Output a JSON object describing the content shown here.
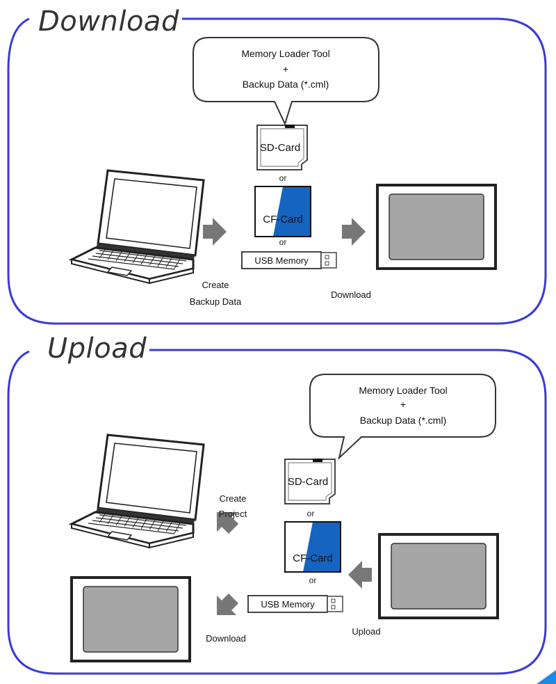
{
  "colors": {
    "frame": "#3a3ad6",
    "card_blue": "#1565c0",
    "arrow": "#777777",
    "screen_gray": "#a6a6a6",
    "corner_accent": "#1e88e5"
  },
  "download_panel": {
    "title": "Download",
    "bubble": {
      "line1": "Memory Loader Tool",
      "plus": "+",
      "line2": "Backup Data (*.cml)"
    },
    "sd_label": "SD-Card",
    "or_1": "or",
    "cf_label": "CF-Card",
    "or_2": "or",
    "usb_label": "USB Memory",
    "create_line1": "Create",
    "create_line2": "Backup Data",
    "download_label": "Download"
  },
  "upload_panel": {
    "title": "Upload",
    "bubble": {
      "line1": "Memory Loader Tool",
      "plus": "+",
      "line2": "Backup Data (*.cml)"
    },
    "sd_label": "SD-Card",
    "or_1": "or",
    "cf_label": "CF-Card",
    "or_2": "or",
    "usb_label": "USB Memory",
    "create_line1": "Create",
    "create_line2": "Project",
    "upload_label": "Upload",
    "download_label": "Download"
  }
}
